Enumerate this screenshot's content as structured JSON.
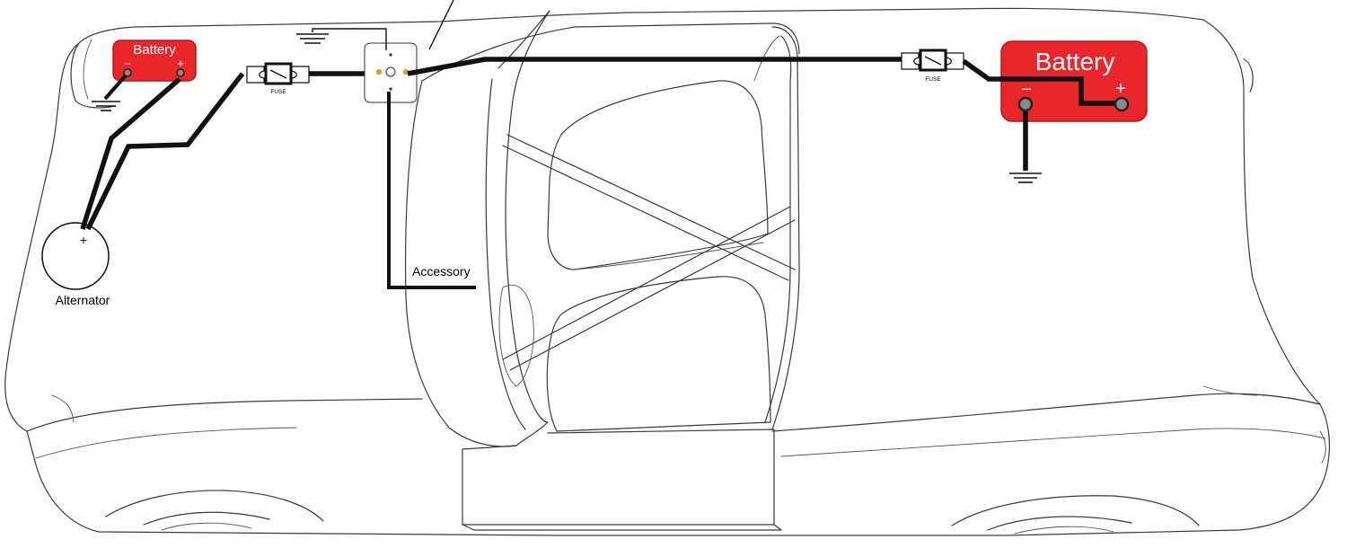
{
  "labels": {
    "battery_front": "Battery",
    "battery_rear": "Battery",
    "alternator": "Alternator",
    "accessory": "Accessory",
    "fuse_front": "FUSE",
    "fuse_rear": "FUSE"
  },
  "terminals": {
    "negative": "–",
    "positive": "+"
  },
  "colors": {
    "battery_fill": "#e8262b",
    "battery_stroke": "#b21a1e",
    "wire": "#111111",
    "terminal_post": "#8a8a8a",
    "isolator_post": "#e0a020",
    "car_outline": "#3a3a3a"
  },
  "icons": [
    "ground-symbol-icon",
    "fuse-icon",
    "battery-icon",
    "alternator-icon",
    "isolator-icon"
  ]
}
